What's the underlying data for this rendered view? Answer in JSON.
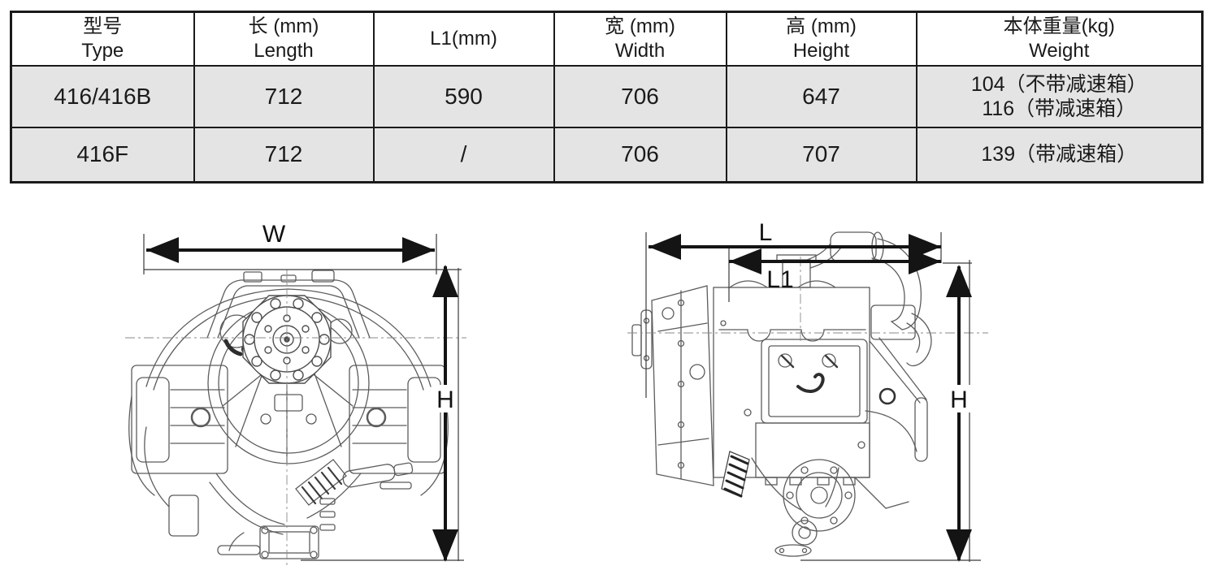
{
  "table": {
    "columns": [
      {
        "zh": "型号",
        "en": "Type"
      },
      {
        "zh": "长 (mm)",
        "en": "Length"
      },
      {
        "zh": "L1(mm)"
      },
      {
        "zh": "宽 (mm)",
        "en": "Width"
      },
      {
        "zh": "高 (mm)",
        "en": "Height"
      },
      {
        "zh": "本体重量(kg)",
        "en": "Weight"
      }
    ],
    "rows": [
      {
        "type": "416/416B",
        "length": "712",
        "l1": "590",
        "width": "706",
        "height": "647",
        "weight_lines": [
          "104（不带减速箱）",
          "116（带减速箱）"
        ]
      },
      {
        "type": "416F",
        "length": "712",
        "l1": "/",
        "width": "706",
        "height": "707",
        "weight_lines": [
          "139（带减速箱）"
        ]
      }
    ]
  },
  "diagrams": {
    "front_view": {
      "labels": {
        "w": "W",
        "h": "H"
      }
    },
    "side_view": {
      "labels": {
        "l": "L",
        "l1": "L1",
        "h": "H"
      }
    }
  },
  "colors": {
    "row_background": "#e4e4e4",
    "table_border": "#1a1a1a",
    "text": "#1a1a1a",
    "dimension": "#141414",
    "drawing_line": "#5c5c5c"
  }
}
